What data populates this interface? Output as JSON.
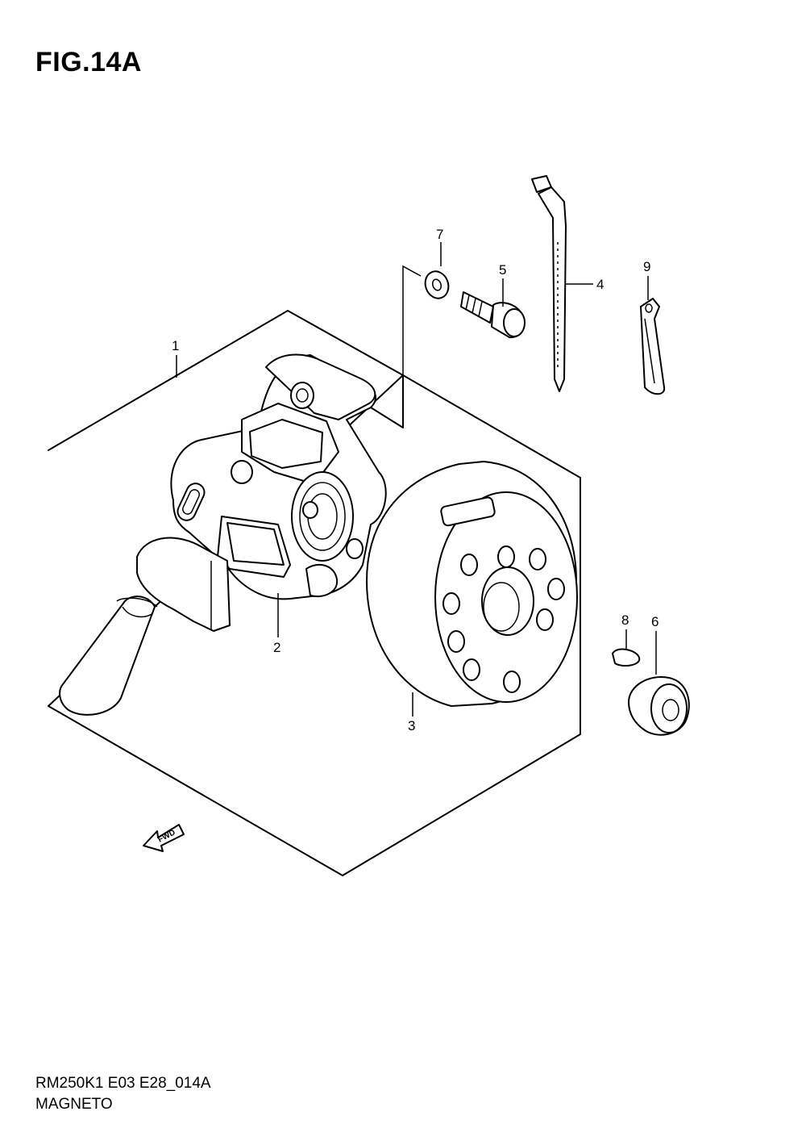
{
  "figure": {
    "title": "FIG.14A",
    "model_code": "RM250K1 E03 E28_014A",
    "section_name": "MAGNETO",
    "fwd_label": "FWD"
  },
  "callouts": [
    {
      "id": "1",
      "part": "stator assembly"
    },
    {
      "id": "2",
      "part": "stator coil"
    },
    {
      "id": "3",
      "part": "rotor flywheel"
    },
    {
      "id": "4",
      "part": "cable tie"
    },
    {
      "id": "5",
      "part": "bolt"
    },
    {
      "id": "6",
      "part": "nut"
    },
    {
      "id": "7",
      "part": "washer"
    },
    {
      "id": "8",
      "part": "key"
    },
    {
      "id": "9",
      "part": "clamp"
    }
  ],
  "colors": {
    "line": "#000000",
    "background": "#ffffff"
  }
}
